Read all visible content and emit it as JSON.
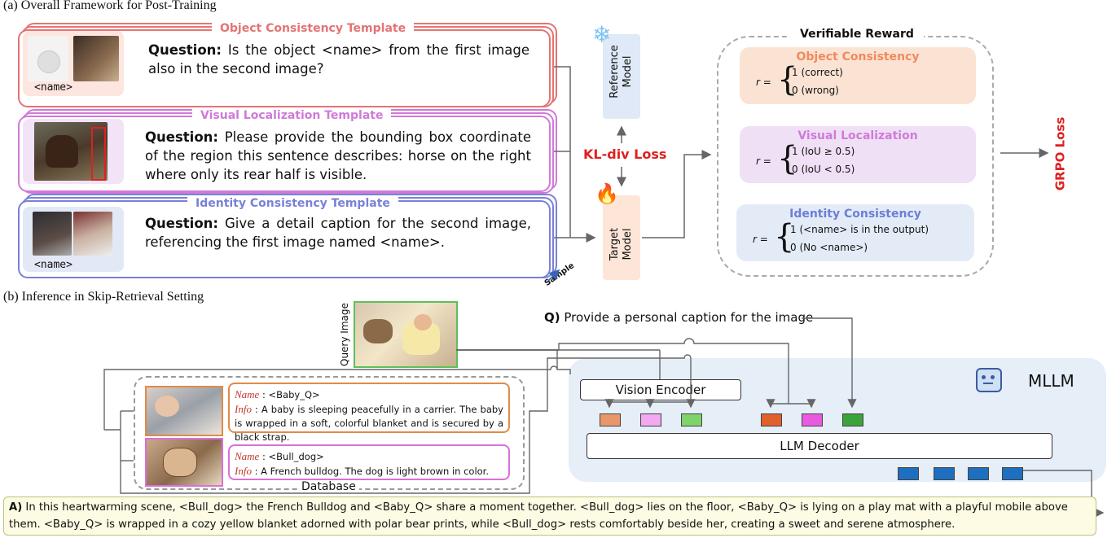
{
  "section_a": {
    "title": "(a) Overall Framework for Post-Training"
  },
  "section_b": {
    "title": "(b) Inference in Skip-Retrieval Setting"
  },
  "templates": [
    {
      "title": "Object Consistency Template",
      "question_label": "Question:",
      "question": " Is the object <name> from the first image also in the second image?",
      "name_tag": "<name>",
      "color": "#e57373"
    },
    {
      "title": "Visual Localization Template",
      "question_label": "Question:",
      "question": " Please provide the bounding box coordinate of the region this sentence describes: horse on the right where only its rear half is visible.",
      "name_tag": "",
      "color": "#d07ad8"
    },
    {
      "title": "Identity Consistency Template",
      "question_label": "Question:",
      "question": " Give a detail caption for the second image, referencing the first image named <name>.",
      "name_tag": "<name>",
      "color": "#7a80d8"
    }
  ],
  "sample_label": "Sample",
  "reference_model": {
    "label": "Reference Model",
    "icon": "snowflake-icon"
  },
  "target_model": {
    "label": "Target Model",
    "icon": "flame-icon"
  },
  "kl_loss": "KL-div Loss",
  "verifiable_reward": {
    "title": "Verifiable Reward",
    "items": [
      {
        "title": "Object Consistency",
        "r": "r =",
        "case1": "1 (correct)",
        "case2": "0 (wrong)",
        "color": "#f08a5d",
        "bg": "#fbe3d3"
      },
      {
        "title": "Visual Localization",
        "r": "r =",
        "case1": "1 (IoU ≥ 0.5)",
        "case2": "0 (IoU < 0.5)",
        "color": "#d07ad8",
        "bg": "#efe0f6"
      },
      {
        "title": "Identity Consistency",
        "r": "r =",
        "case1": "1 (<name> is in the output)",
        "case2": "0 (No <name>)",
        "color": "#6b7fd6",
        "bg": "#e3ebf7"
      }
    ]
  },
  "grpo_loss": "GRPO Loss",
  "query_image_label": "Query Image",
  "question_b": {
    "label": "Q)",
    "text": " Provide a personal caption for the image"
  },
  "mllm": {
    "label": "MLLM",
    "vision_encoder": "Vision Encoder",
    "llm_decoder": "LLM Decoder",
    "icon": "robot-icon"
  },
  "database": {
    "label": "Database",
    "entries": [
      {
        "name_label": "Name",
        "name": " : <Baby_Q>",
        "info_label": "Info",
        "info": " : A baby is sleeping peacefully in a carrier. The baby is wrapped in a soft, colorful blanket and is secured by a black strap.",
        "color": "#e08a4a"
      },
      {
        "name_label": "Name",
        "name": " : <Bull_dog>",
        "info_label": "Info",
        "info": " : A French bulldog. The dog is light brown in color.",
        "color": "#d96fd9"
      }
    ]
  },
  "answer": {
    "label": "A)",
    "text": " In this heartwarming scene, <Bull_dog> the French Bulldog and <Baby_Q> share a moment together. <Bull_dog> lies on the floor, <Baby_Q> is lying on a play mat with a playful mobile above them. <Baby_Q> is wrapped in a cozy yellow blanket adorned with polar bear prints, while <Bull_dog> rests comfortably beside her, creating a sweet and serene atmosphere."
  },
  "colors": {
    "token_image": [
      "#e8976a",
      "#f2a9f0",
      "#7fd36b"
    ],
    "token_query": [
      "#e0622a",
      "#e85be0",
      "#3aa33a"
    ],
    "token_out": "#1f6fc0",
    "kl": "#e02020",
    "grpo": "#e02020"
  }
}
